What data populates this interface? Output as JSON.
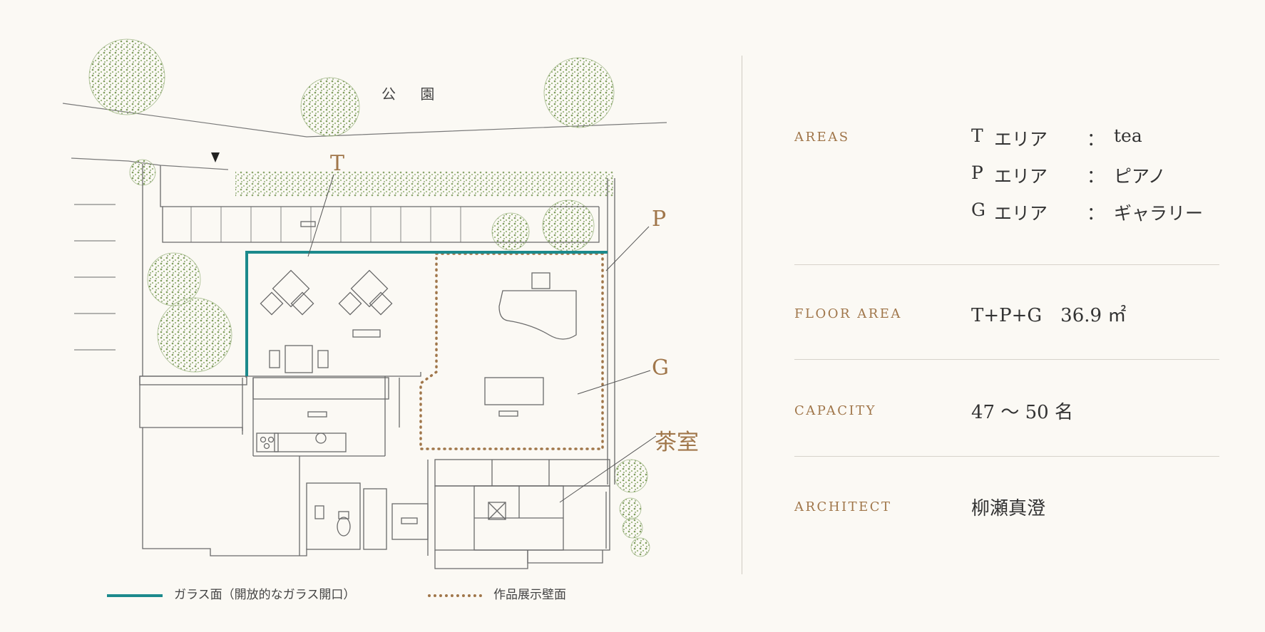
{
  "map": {
    "park_label": "公 園",
    "area_labels": {
      "t": "T",
      "p": "P",
      "g": "G",
      "tea_room": "茶室"
    }
  },
  "legend": {
    "glass": "ガラス面（開放的なガラス開口）",
    "exhibit_wall": "作品展示壁面"
  },
  "info": {
    "areas": {
      "key": "AREAS",
      "items": [
        {
          "code": "T",
          "area": "エリア",
          "colon": "：",
          "name": "tea"
        },
        {
          "code": "P",
          "area": "エリア",
          "colon": "：",
          "name": "ピアノ"
        },
        {
          "code": "G",
          "area": "エリア",
          "colon": "：",
          "name": "ギャラリー"
        }
      ]
    },
    "floor_area": {
      "key": "FLOOR AREA",
      "value": "T+P+G　36.9 ㎡"
    },
    "capacity": {
      "key": "CAPACITY",
      "value": "47 ～ 50 名"
    },
    "architect": {
      "key": "ARCHITECT",
      "value": "柳瀬真澄"
    }
  },
  "colors": {
    "glass_line": "#1c8a8c",
    "exhibit_wall": "#a0764a",
    "accent_text": "#a0764a",
    "tree": "#8aa46a"
  }
}
